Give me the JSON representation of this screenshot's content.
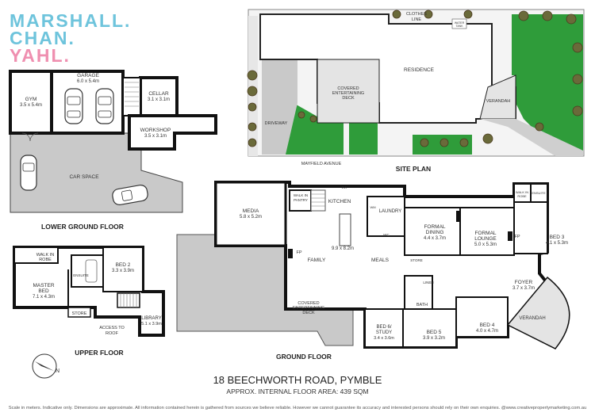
{
  "brand": {
    "line1": "MARSHALL.",
    "line2": "CHAN.",
    "line3": "YAHL.",
    "color_cyan": "#6ec4dc",
    "color_pink": "#ef8fb0"
  },
  "floors": {
    "lower_ground": "LOWER GROUND FLOOR",
    "upper": "UPPER FLOOR",
    "ground": "GROUND FLOOR",
    "site_plan": "SITE PLAN"
  },
  "lower_rooms": {
    "gym_name": "GYM",
    "gym_dim": "3.5 x 5.4m",
    "garage_name": "GARAGE",
    "garage_dim": "6.0 x 5.4m",
    "cellar_name": "CELLAR",
    "cellar_dim": "3.1 x 3.1m",
    "workshop_name": "WORKSHOP",
    "workshop_dim": "3.5 x 3.1m",
    "carspace": "CAR SPACE"
  },
  "upper_rooms": {
    "walkin": "WALK IN",
    "robe": "ROBE",
    "ensuite": "ENSUITE",
    "bed2_name": "BED 2",
    "bed2_dim": "3.3 x 3.9m",
    "master_name": "MASTER",
    "master_bed": "BED",
    "master_dim": "7.1 x 4.3m",
    "store": "STORE",
    "library_name": "LIBRARY",
    "library_dim": "5.1 x 3.9m",
    "access": "ACCESS TO",
    "roof": "ROOF"
  },
  "ground_rooms": {
    "media_name": "MEDIA",
    "media_dim": "5.8 x 5.2m",
    "walkin": "WALK IN",
    "pantry": "PANTRY",
    "kitchen": "KITCHEN",
    "dw": "DW",
    "laundry": "LAUNDRY",
    "wc": "WC",
    "wm": "WM",
    "fp": "FP",
    "family": "FAMILY",
    "living_dim": "9.9 x 8.2m",
    "meals": "MEALS",
    "formal_dining": "FORMAL",
    "dining": "DINING",
    "dining_dim": "4.4 x 3.7m",
    "formal_lounge": "FORMAL",
    "lounge": "LOUNGE",
    "lounge_dim": "5.0 x 5.3m",
    "walkin_robe": "WALK IN",
    "robe": "ROBE",
    "ensuite": "ENSUITE",
    "bed3_name": "BED 3",
    "bed3_dim": "4.1 x 5.3m",
    "store": "STORE",
    "linen": "LINEN",
    "foyer_name": "FOYER",
    "foyer_dim": "3.7 x 3.7m",
    "covered": "COVERED",
    "entertaining": "ENTERTAINING",
    "deck": "DECK",
    "bath": "BATH",
    "bed6_name": "BED 6/",
    "study": "STUDY",
    "bed6_dim": "3.4 x 3.6m",
    "bed5_name": "BED 5",
    "bed5_dim": "3.9 x 3.2m",
    "bed4_name": "BED 4",
    "bed4_dim": "4.0 x 4.7m",
    "verandah": "VERANDAH"
  },
  "site": {
    "clothes": "CLOTHES",
    "line": "LINE",
    "water_tank_1": "WATER",
    "water_tank_2": "TANK",
    "residence": "RESIDENCE",
    "covered": "COVERED",
    "entertaining": "ENTERTAINING",
    "deck": "DECK",
    "driveway": "DRIVEWAY",
    "verandah": "VERANDAH",
    "street": "MAYFIELD AVENUE"
  },
  "address": "18 BEECHWORTH ROAD, PYMBLE",
  "area": "APPROX. INTERNAL FLOOR AREA: 439 SQM",
  "compass": "N",
  "disclaimer": "Scale in meters. Indicative only. Dimensions are approximate. All information contained herein is gathered from sources we believe reliable. However we cannot guarantee its accuracy and interested persons should rely on their own enquiries. @www.creativepropertymarketing.com.au"
}
